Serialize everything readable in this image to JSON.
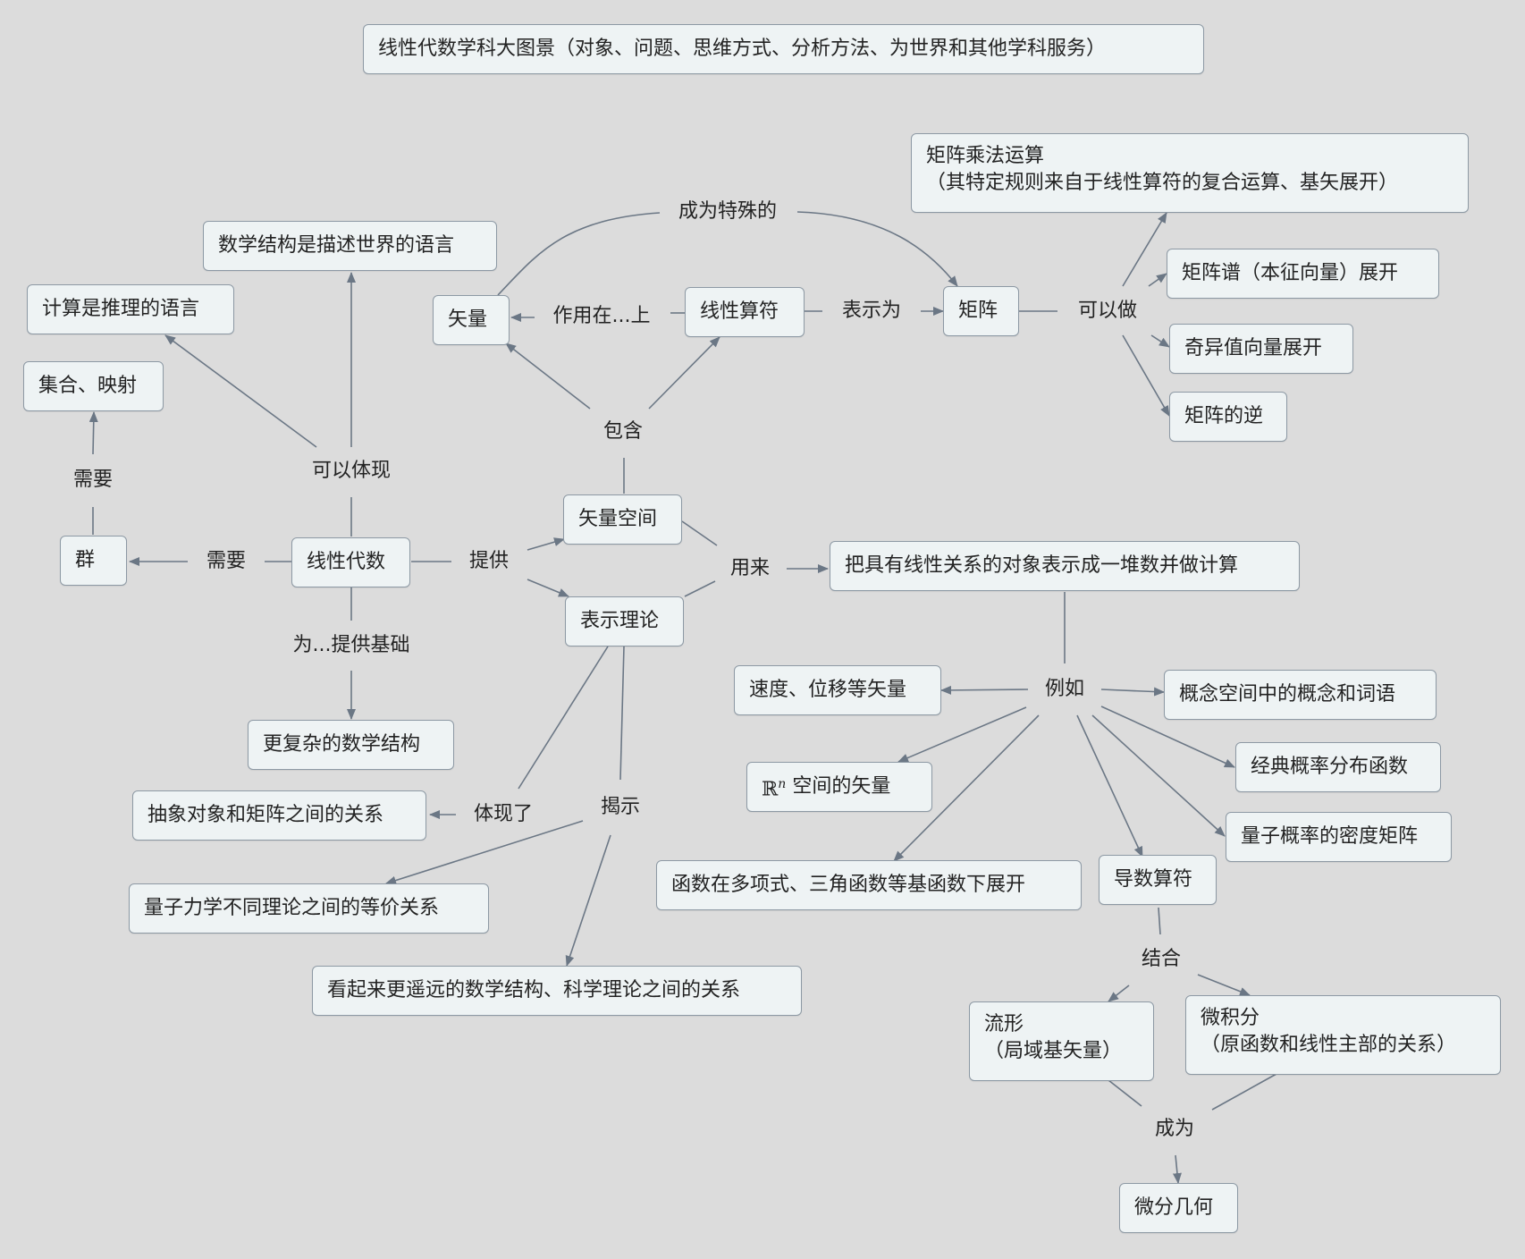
{
  "title": "线性代数学科大图景（对象、问题、思维方式、分析方法、为世界和其他学科服务）",
  "nodes": {
    "linear_algebra": "线性代数",
    "group": "群",
    "set_mapping": "集合、映射",
    "computation_language": "计算是推理的语言",
    "math_structure_language": "数学结构是描述世界的语言",
    "complex_structures": "更复杂的数学结构",
    "vector": "矢量",
    "linear_operator": "线性算符",
    "matrix": "矩阵",
    "matrix_mult": "矩阵乘法运算\n（其特定规则来自于线性算符的复合运算、基矢展开）",
    "matrix_spectrum": "矩阵谱（本征向量）展开",
    "singular_value": "奇异值向量展开",
    "matrix_inverse": "矩阵的逆",
    "vector_space": "矢量空间",
    "representation_theory": "表示理论",
    "represent_as_numbers": "把具有线性关系的对象表示成一堆数并做计算",
    "velocity_vectors": "速度、位移等矢量",
    "rn_prefix": "ℝ",
    "rn_exp": "n",
    "rn_vectors": " 空间的矢量",
    "function_expansion": "函数在多项式、三角函数等基函数下展开",
    "concept_space": "概念空间中的概念和词语",
    "probability_functions": "经典概率分布函数",
    "density_matrix": "量子概率的密度矩阵",
    "derivative_operator": "导数算符",
    "manifold": "流形\n（局域基矢量）",
    "calculus": "微积分\n（原函数和线性主部的关系）",
    "differential_geometry": "微分几何",
    "abstract_matrix": "抽象对象和矩阵之间的关系",
    "quantum_equivalence": "量子力学不同理论之间的等价关系",
    "remote_relations": "看起来更遥远的数学结构、科学理论之间的关系"
  },
  "labels": {
    "need1": "需要",
    "need2": "需要",
    "can_embody": "可以体现",
    "provide_basis": "为...提供基础",
    "provide": "提供",
    "contain": "包含",
    "act_on": "作用在...上",
    "become_special": "成为特殊的",
    "represent_as": "表示为",
    "can_do": "可以做",
    "used_for": "用来",
    "for_example": "例如",
    "embody": "体现了",
    "reveal": "揭示",
    "combine": "结合",
    "become": "成为"
  }
}
